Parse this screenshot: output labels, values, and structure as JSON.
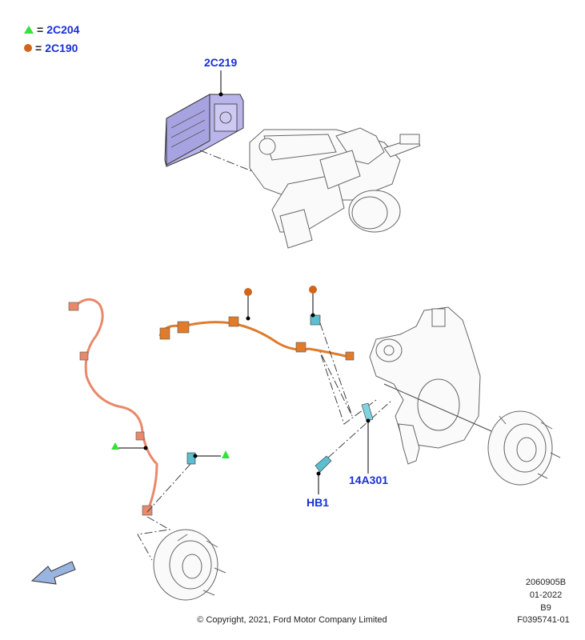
{
  "legend": [
    {
      "symbol": "green-triangle",
      "eq": "=",
      "code": "2C204",
      "color": "#35e03a"
    },
    {
      "symbol": "orange-dot",
      "eq": "=",
      "code": "2C190",
      "color": "#d0651b"
    }
  ],
  "callouts": {
    "module": "2C219",
    "bracket": "14A301",
    "sensor": "HB1"
  },
  "footer": {
    "copyright": "© Copyright, 2021, Ford Motor Company Limited",
    "ref_code": "2060905B",
    "date": "01-2022",
    "variant": "B9",
    "figure_id": "F0395741-01"
  },
  "colors": {
    "callout_text": "#1a2fd6",
    "harness_front": "#e8896b",
    "harness_rear": "#e07b2c",
    "module_fill": "#b9b5ea",
    "sensor_fill": "#5bbfd0",
    "line_art": "#555555"
  }
}
